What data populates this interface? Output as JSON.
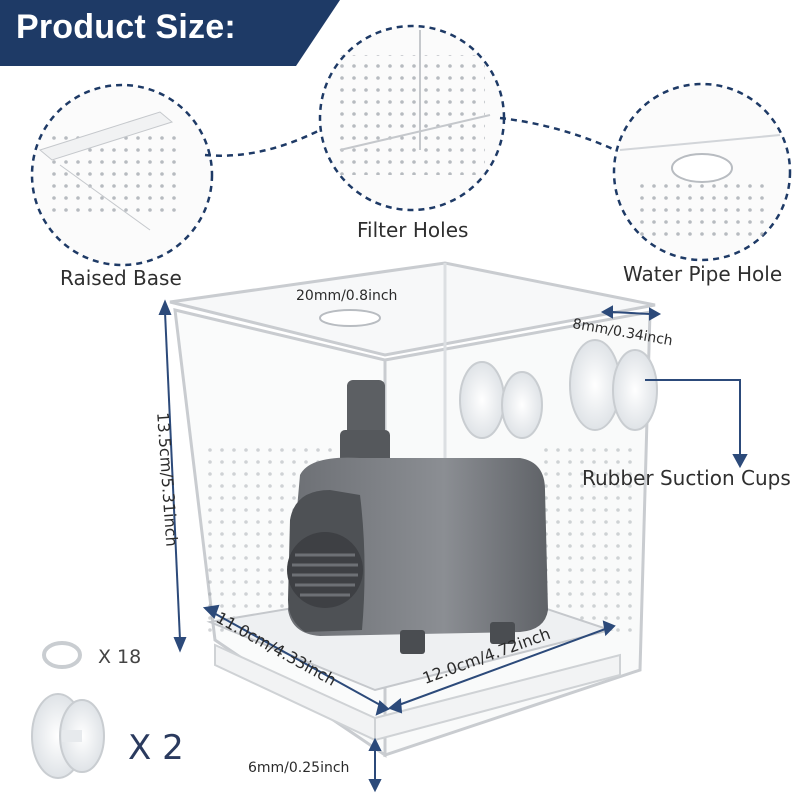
{
  "banner": {
    "title": "Product Size:",
    "color": "#1e3a66"
  },
  "callouts": {
    "raised_base": "Raised Base",
    "filter_holes": "Filter Holes",
    "water_pipe_hole": "Water Pipe Hole",
    "rubber_suction_cups": "Rubber Suction Cups"
  },
  "dimensions": {
    "pipe_hole": "20mm/0.8inch",
    "wall_thickness": "8mm/0.34inch",
    "height": "13.5cm/5.31inch",
    "depth": "11.0cm/4.33inch",
    "width": "12.0cm/4.72inch",
    "base_height": "6mm/0.25inch"
  },
  "accessories": {
    "o_ring_qty": "X 18",
    "suction_cup_qty": "X 2"
  },
  "colors": {
    "accent": "#1e3a66",
    "arrow": "#2c4a7a",
    "acrylic_edge": "#c9ccd0"
  }
}
